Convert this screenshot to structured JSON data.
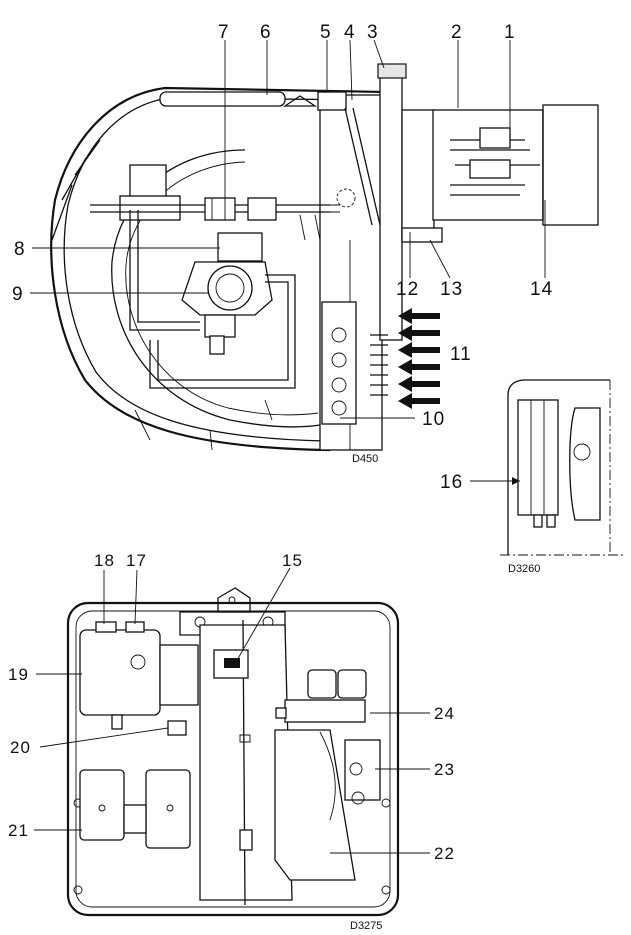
{
  "top_view": {
    "callouts": [
      "1",
      "2",
      "3",
      "4",
      "5",
      "6",
      "7",
      "8",
      "9",
      "10",
      "11",
      "12",
      "13",
      "14"
    ],
    "code": "D450"
  },
  "detail_view": {
    "callouts": [
      "16"
    ],
    "code": "D3260"
  },
  "bottom_view": {
    "callouts": [
      "15",
      "17",
      "18",
      "19",
      "20",
      "21",
      "22",
      "23",
      "24"
    ],
    "code": "D3275"
  }
}
